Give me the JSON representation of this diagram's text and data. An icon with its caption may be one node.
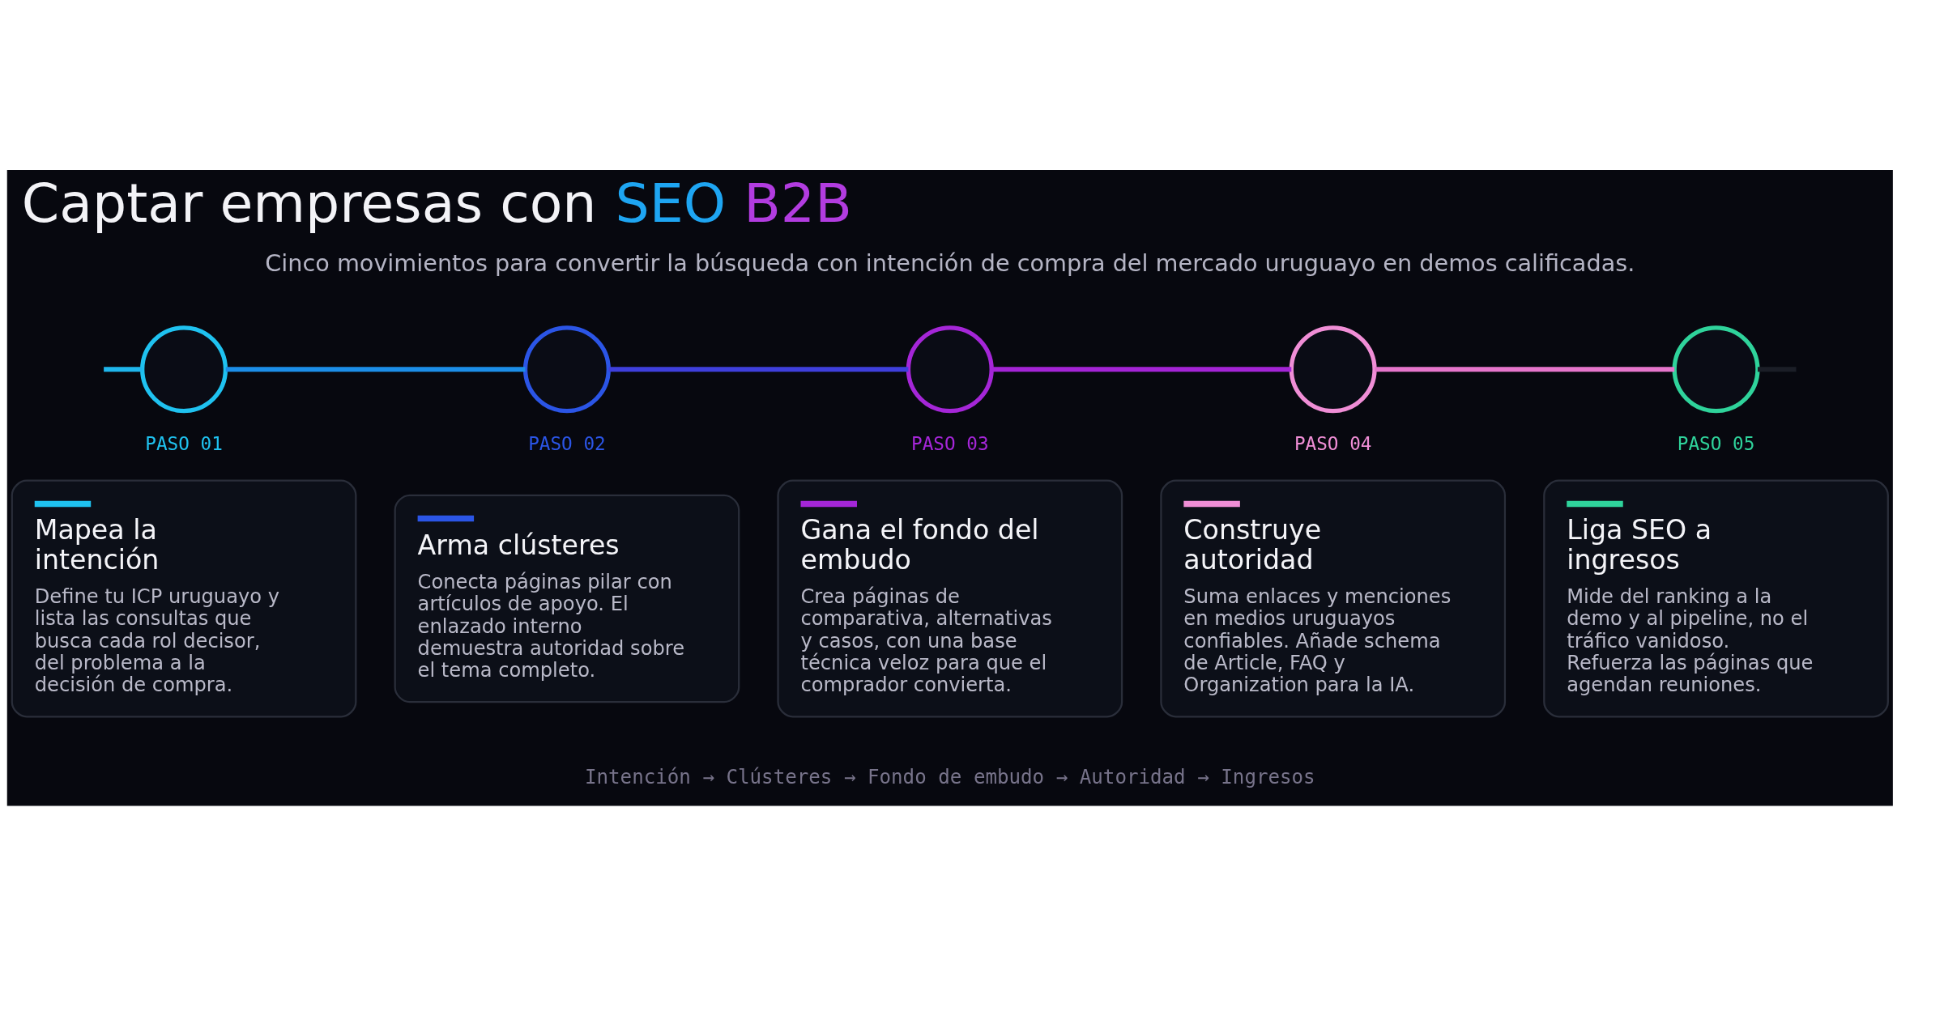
{
  "diagram": {
    "title": "Captar empresas con SEO B2B",
    "caption": "Intención → Clústeres → Fondo de embudo → Autoridad → Ingresos",
    "nodes": [
      {
        "text": [],
        "shape": "circle",
        "beside": [
          "PASO 01"
        ]
      },
      {
        "text": [],
        "shape": "circle",
        "beside": [
          "PASO 02"
        ]
      },
      {
        "text": [],
        "shape": "circle",
        "beside": [
          "PASO 03"
        ]
      },
      {
        "text": [],
        "shape": "circle",
        "beside": [
          "PASO 04"
        ]
      },
      {
        "text": [],
        "shape": "circle",
        "beside": [
          "PASO 05"
        ]
      },
      {
        "text": [
          "Mapea la intención",
          "Define tu ICP uruguayo y lista las consultas que busca cada rol decisor, del problema a la decisión de compra."
        ]
      },
      {
        "text": [
          "Arma clústeres",
          "Conecta páginas pilar con artículos de apoyo. El enlazado interno demuestra autoridad sobre el tema completo."
        ]
      },
      {
        "text": [
          "Gana el fondo del embudo",
          "Crea páginas de comparativa, alternativas y casos, con una base técnica veloz para que el comprador convierta."
        ]
      },
      {
        "text": [
          "Construye autoridad",
          "Suma enlaces y menciones en medios uruguayos confiables. Añade schema de Article, FAQ y Organization para la IA."
        ]
      },
      {
        "text": [
          "Liga SEO a ingresos",
          "Mide del ranking a la demo y al pipeline, no el tráfico vanidoso. Refuerza las páginas que agendan reuniones."
        ]
      }
    ],
    "edges": [
      {
        "from": null,
        "to": 0,
        "arrow": "none",
        "color": "#1fb6ec"
      },
      {
        "from": 0,
        "to": 1,
        "arrow": "none",
        "color": "#1c8ee8"
      },
      {
        "from": 1,
        "to": 2,
        "arrow": "none",
        "color": "#3f3fdc"
      },
      {
        "from": 2,
        "to": 3,
        "arrow": "none",
        "color": "#a424d6"
      },
      {
        "from": 3,
        "to": 4,
        "arrow": "none",
        "color": "#e676cc"
      },
      {
        "from": 4,
        "to": null,
        "arrow": "none",
        "color": "#1b1e27"
      }
    ],
    "labels": [
      "Cinco movimientos para convertir la búsqueda con intención de compra del mercado uruguayo en demos calificadas."
    ]
  }
}
